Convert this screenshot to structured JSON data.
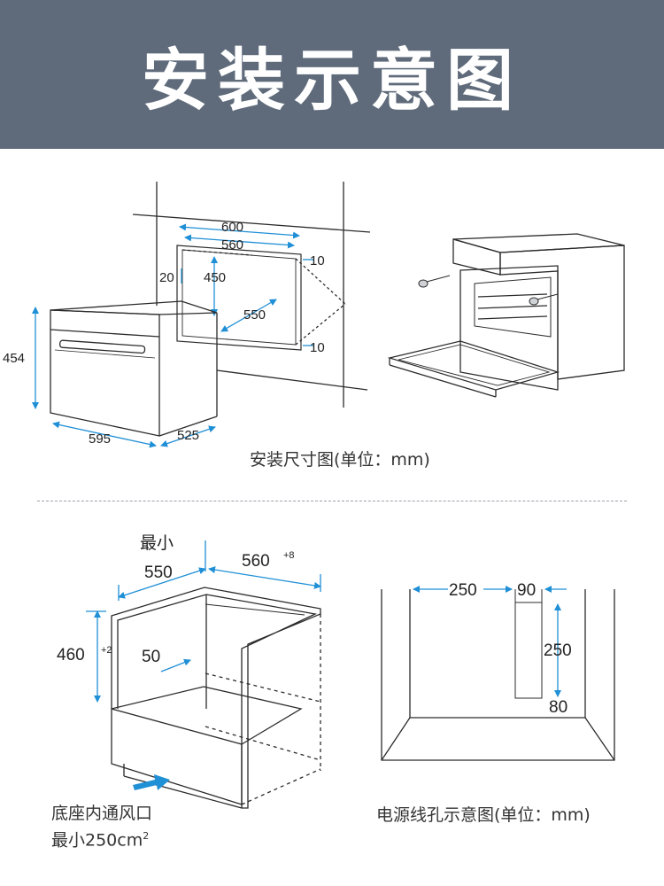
{
  "header": {
    "title": "安装示意图"
  },
  "colors": {
    "header_bg": "#5f6b7b",
    "dimension_blue": "#1f8fd6",
    "line": "#2b2b2b"
  },
  "install_dimensions": {
    "caption": "安装尺寸图(单位：mm)",
    "niche_width_outer": "600",
    "niche_width_inner": "560",
    "niche_height": "450",
    "niche_depth": "550",
    "top_gap_left": "20",
    "top_gap_right": "10",
    "bottom_gap_right": "10",
    "oven_height": "454",
    "oven_width": "595",
    "oven_depth": "525"
  },
  "cabinet_diagram": {
    "min_label": "最小",
    "depth": "550",
    "width": "560",
    "width_tolerance": "+8",
    "height": "460",
    "height_tolerance": "+2",
    "vent_gap": "50",
    "vent_caption_line1": "底座内通风口",
    "vent_caption_line2": "最小250cm",
    "vent_caption_sup": "2"
  },
  "power_hole": {
    "caption": "电源线孔示意图(单位：mm)",
    "offset_left": "250",
    "hole_width": "90",
    "hole_height": "250",
    "bottom_offset": "80"
  }
}
